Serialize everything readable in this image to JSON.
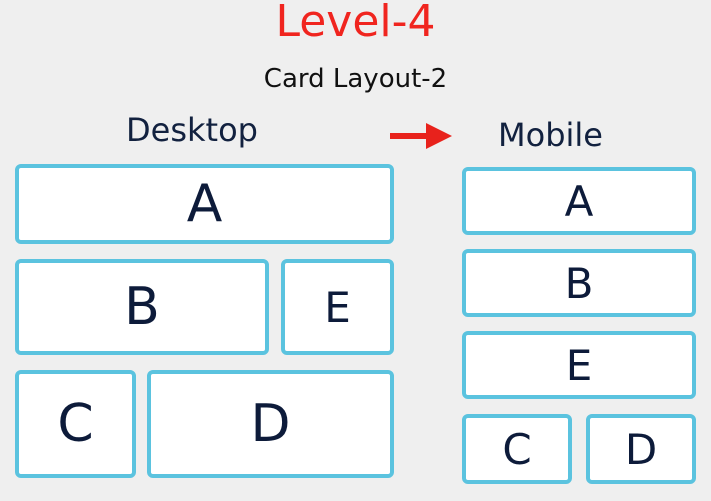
{
  "title": "Level-4",
  "subtitle": "Card Layout-2",
  "desktop": {
    "label": "Desktop",
    "cards": [
      "A",
      "B",
      "E",
      "C",
      "D"
    ]
  },
  "mobile": {
    "label": "Mobile",
    "cards": [
      "A",
      "B",
      "E",
      "C",
      "D"
    ]
  },
  "arrow": "arrow-right-icon",
  "colors": {
    "title": "#f0251f",
    "arrow": "#e8221c",
    "card_border": "#5bc3df",
    "card_bg": "#ffffff",
    "text": "#0d1b3a",
    "background": "#efefef"
  }
}
